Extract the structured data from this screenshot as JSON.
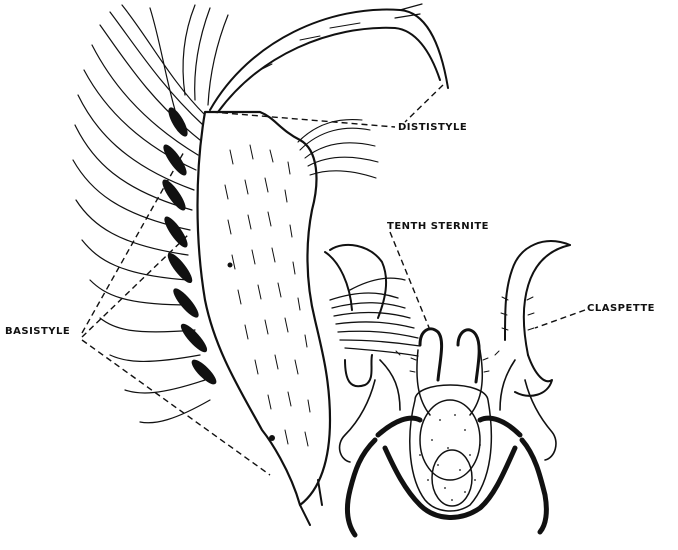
{
  "figure": {
    "labels": {
      "dististyle": "DISTISTYLE",
      "tenth_sternite": "TENTH STERNITE",
      "claspette": "CLASPETTE",
      "basistyle": "BASISTYLE"
    },
    "colors": {
      "ink": "#111111",
      "background": "#ffffff"
    }
  }
}
